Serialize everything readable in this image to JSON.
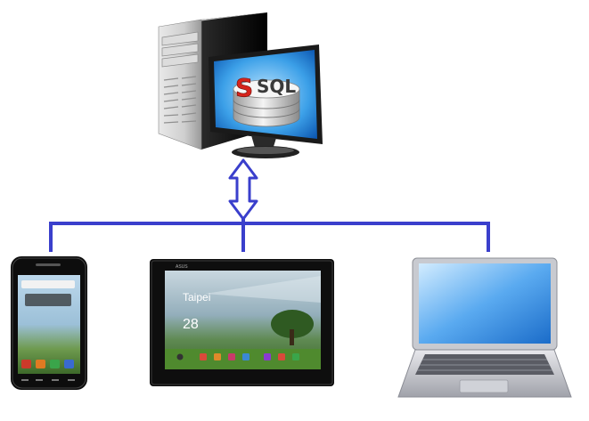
{
  "server": {
    "logo_letter": "S",
    "logo_text": "SQL"
  },
  "tablet": {
    "brand": "ASUS",
    "city": "Taipei",
    "temperature": "28"
  },
  "colors": {
    "network_line": "#3a3fcc",
    "arrow_fill": "#ffffff",
    "arrow_stroke": "#3a3fcc",
    "logo_red": "#d6241c",
    "logo_dark": "#333333",
    "screen_blue": "#2e7ad8",
    "device_black": "#111111"
  },
  "icons": {
    "server": "desktop-tower-with-monitor",
    "database": "database-cylinder",
    "phone": "smartphone",
    "tablet": "tablet",
    "laptop": "laptop"
  }
}
